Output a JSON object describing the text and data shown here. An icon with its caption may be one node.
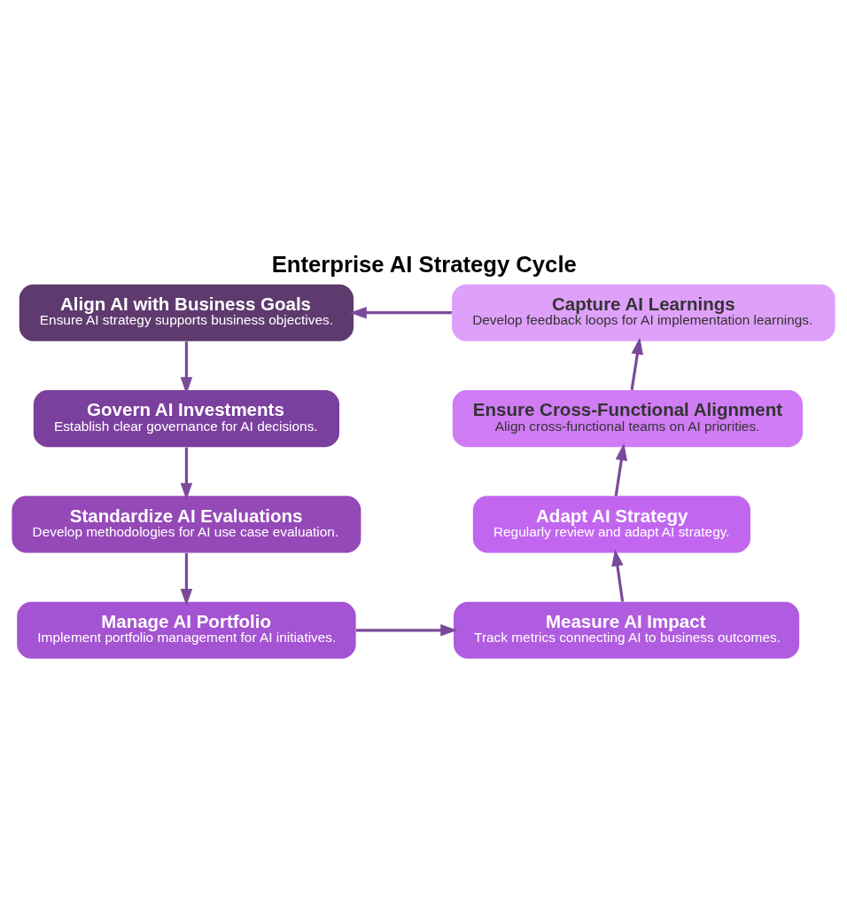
{
  "diagram": {
    "title": "Enterprise AI Strategy Cycle",
    "nodes": [
      {
        "text": [
          "Align AI with Business Goals",
          "Ensure AI strategy supports business objectives."
        ]
      },
      {
        "text": [
          "Govern AI Investments",
          "Establish clear governance for AI decisions."
        ]
      },
      {
        "text": [
          "Standardize AI Evaluations",
          "Develop methodologies for AI use case evaluation."
        ]
      },
      {
        "text": [
          "Manage AI Portfolio",
          "Implement portfolio management for AI initiatives."
        ]
      },
      {
        "text": [
          "Measure AI Impact",
          "Track metrics connecting AI to business outcomes."
        ]
      },
      {
        "text": [
          "Adapt AI Strategy",
          "Regularly review and adapt AI strategy."
        ]
      },
      {
        "text": [
          "Ensure Cross-Functional Alignment",
          "Align cross-functional teams on AI priorities."
        ]
      },
      {
        "text": [
          "Capture AI Learnings",
          "Develop feedback loops for AI implementation learnings."
        ]
      }
    ],
    "edges": [
      {
        "from": 0,
        "to": 1,
        "arrow": "to"
      },
      {
        "from": 1,
        "to": 2,
        "arrow": "to"
      },
      {
        "from": 2,
        "to": 3,
        "arrow": "to"
      },
      {
        "from": 3,
        "to": 4,
        "arrow": "to"
      },
      {
        "from": 4,
        "to": 5,
        "arrow": "to"
      },
      {
        "from": 5,
        "to": 6,
        "arrow": "to"
      },
      {
        "from": 6,
        "to": 7,
        "arrow": "to"
      },
      {
        "from": 7,
        "to": 0,
        "arrow": "to"
      }
    ]
  }
}
